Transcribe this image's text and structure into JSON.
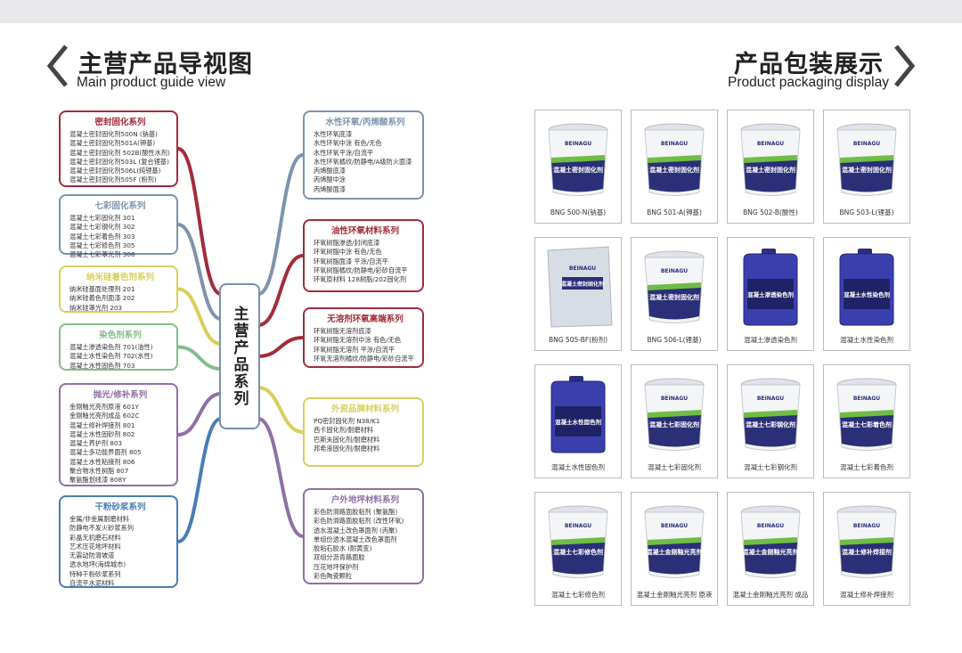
{
  "left_header": {
    "title": "主营产品导视图",
    "subtitle": "Main product guide view"
  },
  "right_header": {
    "title": "产品包装展示",
    "subtitle": "Product packaging display"
  },
  "center_label": "主营产品系列",
  "colors": {
    "red": "#a32b3a",
    "slate": "#7d93ad",
    "yellow": "#d8cf5c",
    "green": "#84bd8c",
    "purple": "#8f6fa6",
    "blue": "#4a7cb6"
  },
  "left_series": [
    {
      "title": "密封固化系列",
      "color": "#a32b3a",
      "items": [
        "混凝土密封固化剂500N (钠基)",
        "混凝土密封固化剂501A(钾基)",
        "混凝土密封固化剂 502B(酸性水剂)",
        "混凝土密封固化剂503L (复合锂基)",
        "混凝土密封固化剂506L(纯锂基)",
        "混凝土密封固化剂505F (粉剂)"
      ]
    },
    {
      "title": "七彩固化系列",
      "color": "#7d93ad",
      "items": [
        "混凝土七彩固化剂 301",
        "混凝土七彩钢化剂 302",
        "混凝土七彩着色剂 303",
        "混凝土七彩修色剂 305",
        "混凝土七彩罩光剂 306"
      ]
    },
    {
      "title": "纳米硅着色剂系列",
      "color": "#d8cf5c",
      "items": [
        "纳米硅基面处理剂 201",
        "纳米硅着色剂面漆 202",
        "纳米硅罩光剂 203"
      ]
    },
    {
      "title": "染色剂系列",
      "color": "#84bd8c",
      "items": [
        "混凝土渗透染色剂 701(油性)",
        "混凝土水性染色剂 702(水性)",
        "混凝土水性固色剂 703"
      ]
    },
    {
      "title": "抛光/修补系列",
      "color": "#8f6fa6",
      "items": [
        "金刚釉光亮剂原液 601Y",
        "金刚釉光亮剂成品 602C",
        "混凝土修补焊接剂 801",
        "混凝土水性固砂剂 802",
        "混凝土养护剂 803",
        "混凝土多功能界面剂 805",
        "混凝土水性粘接剂 806",
        "聚合物水性树脂 807",
        "聚氨酯划线漆 808Y"
      ]
    },
    {
      "title": "干粉砂浆系列",
      "color": "#4a7cb6",
      "items": [
        "金属/非金属耐磨材料",
        "防静电不发火砂浆系列",
        "彩晶无机磨石材料",
        "艺术压花地坪材料",
        "无震动防滑坡道",
        "透水地坪(海绵城市)",
        "特种干粉砂浆系列",
        "自流平水泥材料"
      ]
    }
  ],
  "right_series": [
    {
      "title": "水性环氧/丙烯酸系列",
      "color": "#7d93ad",
      "items": [
        "水性环氧底漆",
        "水性环氧中涂 有色/无色",
        "水性环氧平涂/自流平",
        "水性环氧橘纹/防静电/A级防火面漆",
        "丙烯酸底漆",
        "丙烯酸中涂",
        "丙烯酸面漆"
      ]
    },
    {
      "title": "油性环氧材料系列",
      "color": "#a32b3a",
      "items": [
        "环氧树脂渗透/封闭底漆",
        "环氧树脂中涂 有色/无色",
        "环氧树脂面漆 平涂/自流平",
        "环氧树脂橘纹/防静电/彩砂自流平",
        "环氧原材料 128树脂/202固化剂"
      ]
    },
    {
      "title": "无溶剂环氧高端系列",
      "color": "#a32b3a",
      "items": [
        "环氧树脂无溶剂底漆",
        "环氧树脂无溶剂中涂 有色/无色",
        "环氧树脂无溶剂 平涂/自流平",
        "环氧无溶剂橘纹/防静电/彩砂自流平"
      ]
    },
    {
      "title": "外资品牌材料系列",
      "color": "#d8cf5c",
      "items": [
        "PQ密封固化剂 N38/K1",
        "西卡固化剂/耐磨材料",
        "巴斯夫固化剂/耐磨材料",
        "邦希液固化剂/耐磨材料"
      ]
    },
    {
      "title": "户外地坪材料系列",
      "color": "#8f6fa6",
      "items": [
        "彩色防滑路面胶粘剂 (聚氨酯)",
        "彩色防滑路面胶粘剂 (改性环氧)",
        "透水混凝土改色罩面剂 (丙聚)",
        "单组份透水混凝土改色罩面剂",
        "胶粘石胶水 (耐黄变)",
        "双组分沥青路面胶",
        "压花地坪保护剂",
        "彩色陶瓷颗粒"
      ]
    }
  ],
  "products": [
    {
      "caption": "BNG 500-N(钠基)",
      "kind": "bucket",
      "brand": "BEINAGU",
      "label": "混凝土密封固化剂"
    },
    {
      "caption": "BNG 501-A(钾基)",
      "kind": "bucket",
      "brand": "BEINAGU",
      "label": "混凝土密封固化剂"
    },
    {
      "caption": "BNG 502-B(酸性)",
      "kind": "bucket",
      "brand": "BEINAGU",
      "label": "混凝土密封固化剂"
    },
    {
      "caption": "BNG 503-L(锂基)",
      "kind": "bucket",
      "brand": "BEINAGU",
      "label": "混凝土密封固化剂"
    },
    {
      "caption": "BNG 505-BF(粉剂)",
      "kind": "bag",
      "brand": "BEINAGU",
      "label": "混凝土密封固化剂"
    },
    {
      "caption": "BNG 506-L(锂基)",
      "kind": "bucket",
      "brand": "BEINAGU",
      "label": "混凝土密封固化剂"
    },
    {
      "caption": "混凝土渗透染色剂",
      "kind": "jerry",
      "brand": "BEINAGU",
      "label": "混凝土渗透染色剂"
    },
    {
      "caption": "混凝土水性染色剂",
      "kind": "jerry",
      "brand": "BEINAGU",
      "label": "混凝土水性染色剂"
    },
    {
      "caption": "混凝土水性固色剂",
      "kind": "jerry",
      "brand": "BEINAGU",
      "label": "混凝土水性固色剂"
    },
    {
      "caption": "混凝土七彩固化剂",
      "kind": "bucket",
      "brand": "BEINAGU",
      "label": "混凝土七彩固化剂"
    },
    {
      "caption": "混凝土七彩钢化剂",
      "kind": "bucket",
      "brand": "BEINAGU",
      "label": "混凝土七彩钢化剂"
    },
    {
      "caption": "混凝土七彩着色剂",
      "kind": "bucket",
      "brand": "BEINAGU",
      "label": "混凝土七彩着色剂"
    },
    {
      "caption": "混凝土七彩修色剂",
      "kind": "bucket",
      "brand": "BEINAGU",
      "label": "混凝土七彩修色剂"
    },
    {
      "caption": "混凝土金刚釉光亮剂 原液",
      "kind": "bucket",
      "brand": "BEINAGU",
      "label": "混凝土金刚釉光亮剂"
    },
    {
      "caption": "混凝土金刚釉光亮剂 成品",
      "kind": "bucket",
      "brand": "BEINAGU",
      "label": "混凝土金刚釉光亮剂"
    },
    {
      "caption": "混凝土修补焊接剂",
      "kind": "bucket",
      "brand": "BEINAGU",
      "label": "混凝土修补焊接剂"
    }
  ]
}
